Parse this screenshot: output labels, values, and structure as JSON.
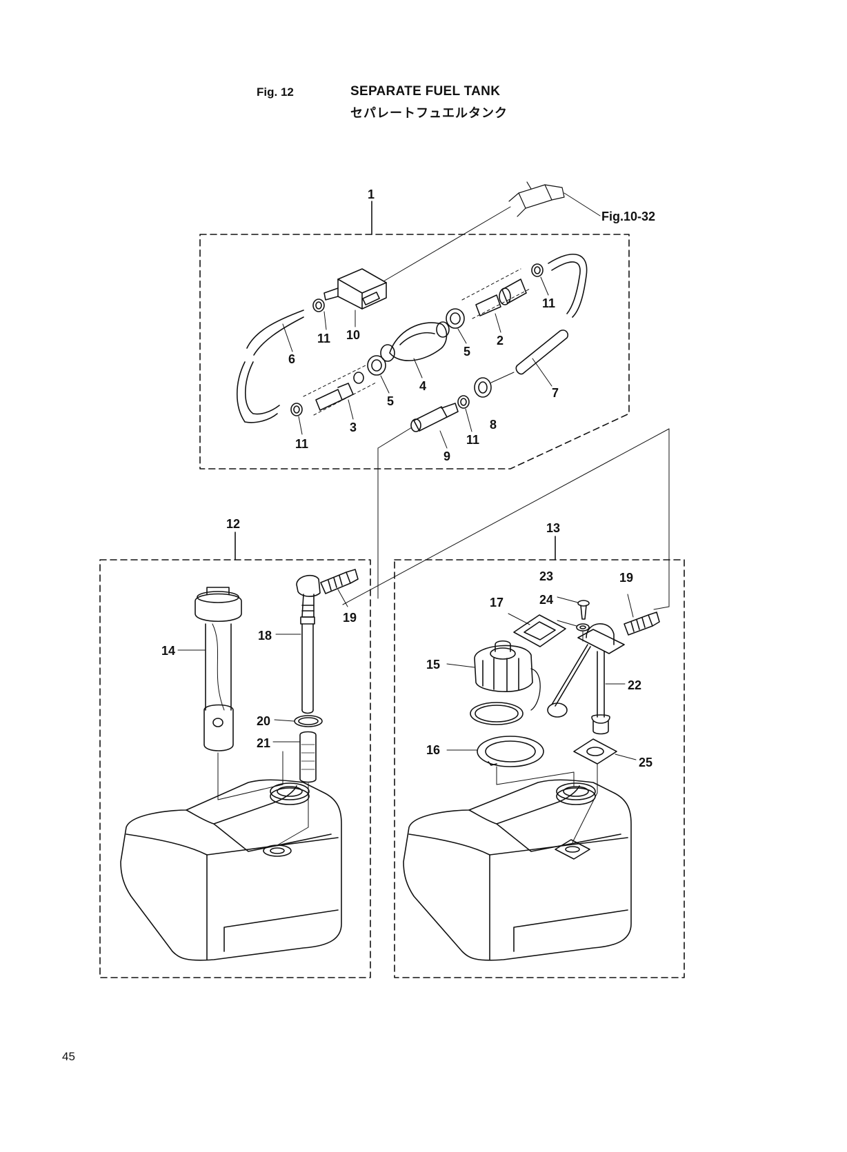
{
  "header": {
    "figure_number": "Fig. 12",
    "title_en": "SEPARATE FUEL TANK",
    "title_ja": "セパレートフュエルタンク"
  },
  "reference": "Fig.10-32",
  "page_number": "45",
  "callouts": {
    "c1": "1",
    "c2": "2",
    "c3": "3",
    "c4": "4",
    "c5a": "5",
    "c5b": "5",
    "c6": "6",
    "c7": "7",
    "c8": "8",
    "c9": "9",
    "c10": "10",
    "c11a": "11",
    "c11b": "11",
    "c11c": "11",
    "c11d": "11",
    "c12": "12",
    "c13": "13",
    "c14": "14",
    "c15": "15",
    "c16": "16",
    "c17": "17",
    "c18": "18",
    "c19a": "19",
    "c19b": "19",
    "c20": "20",
    "c21": "21",
    "c22": "22",
    "c23": "23",
    "c24": "24",
    "c25": "25"
  }
}
